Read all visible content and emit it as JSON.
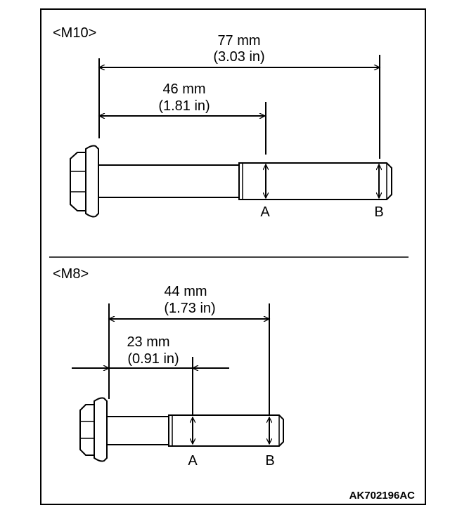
{
  "sections": [
    {
      "name": "<M10>",
      "dim_long": {
        "value": "77 mm",
        "imperial": "(3.03 in)"
      },
      "dim_short": {
        "value": "46 mm",
        "imperial": "(1.81 in)"
      },
      "point_a": "A",
      "point_b": "B"
    },
    {
      "name": "<M8>",
      "dim_long": {
        "value": "44 mm",
        "imperial": "(1.73 in)"
      },
      "dim_short": {
        "value": "23 mm",
        "imperial": "(0.91 in)"
      },
      "point_a": "A",
      "point_b": "B"
    }
  ],
  "figure_code": "AK702196AC"
}
